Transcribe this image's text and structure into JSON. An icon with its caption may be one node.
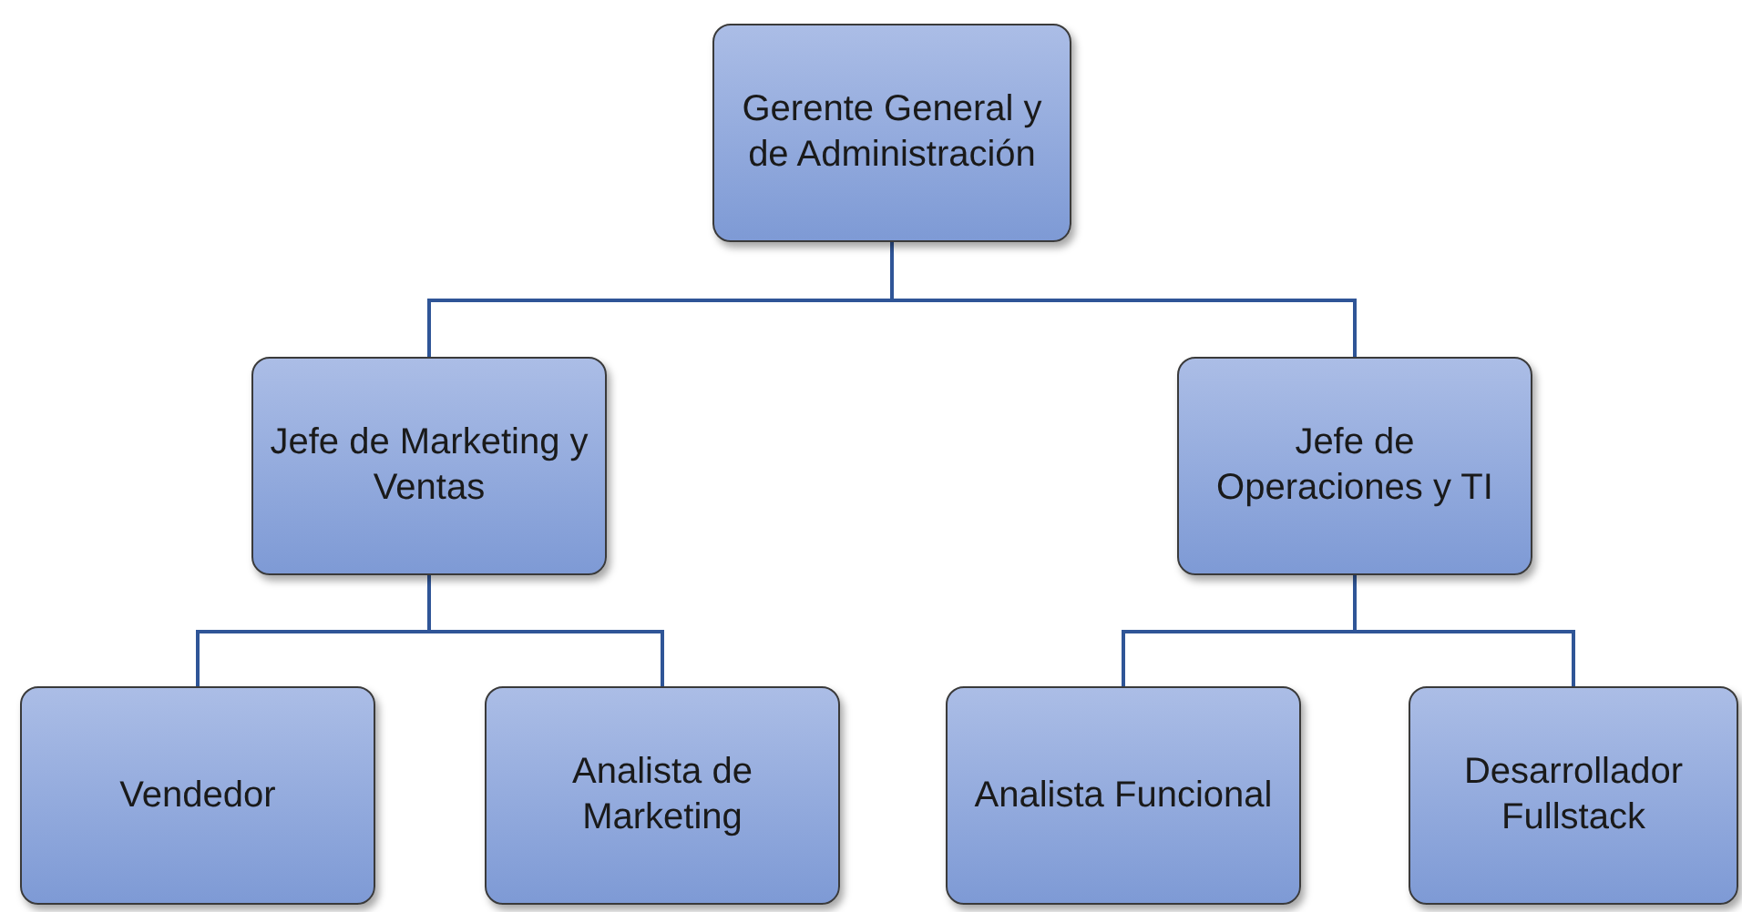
{
  "diagram": {
    "nodes": [
      {
        "text": [
          "Gerente General y de Administración"
        ]
      },
      {
        "text": [
          "Jefe de Marketing y Ventas"
        ]
      },
      {
        "text": [
          "Jefe de Operaciones y TI"
        ]
      },
      {
        "text": [
          "Vendedor"
        ]
      },
      {
        "text": [
          "Analista de Marketing"
        ]
      },
      {
        "text": [
          "Analista Funcional"
        ]
      },
      {
        "text": [
          "Desarrollador Fullstack"
        ]
      }
    ],
    "edges": [
      {
        "from": 0,
        "to": 1,
        "arrow": "none"
      },
      {
        "from": 0,
        "to": 2,
        "arrow": "none"
      },
      {
        "from": 1,
        "to": 3,
        "arrow": "none"
      },
      {
        "from": 1,
        "to": 4,
        "arrow": "none"
      },
      {
        "from": 2,
        "to": 5,
        "arrow": "none"
      },
      {
        "from": 2,
        "to": 6,
        "arrow": "none"
      }
    ]
  }
}
